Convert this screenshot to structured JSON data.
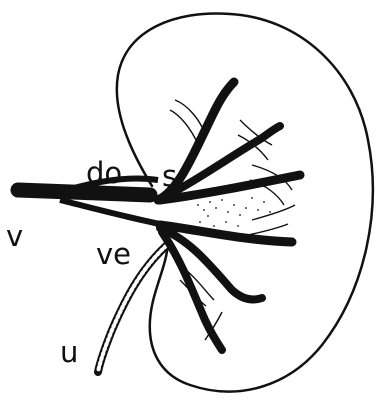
{
  "labels": {
    "do": "do",
    "s": "s",
    "v": "v",
    "ve": "ve",
    "u": "u"
  },
  "colors": {
    "ink": "#111111",
    "background": "#ffffff"
  }
}
